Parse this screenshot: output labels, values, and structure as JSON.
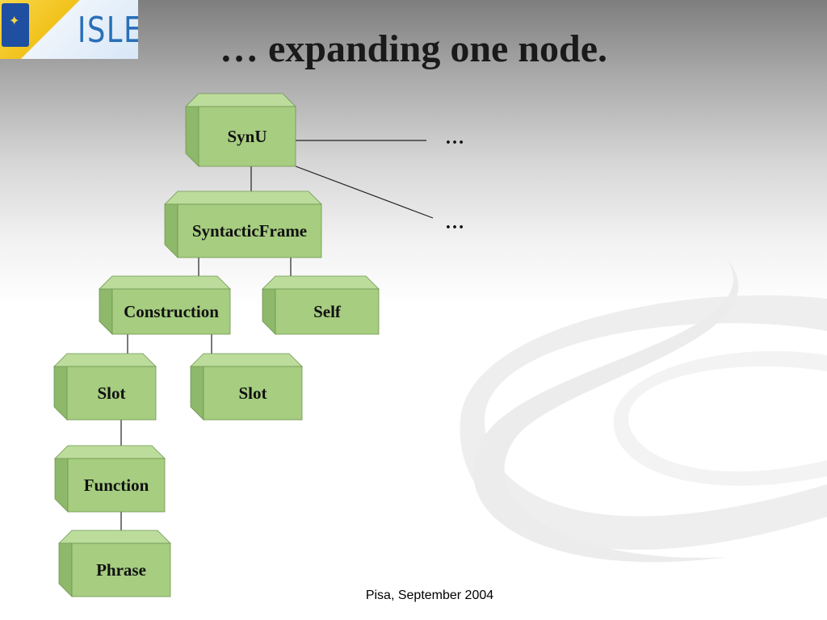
{
  "slide": {
    "logo_text": "ISLE",
    "title": "… expanding one node.",
    "footer": "Pisa, September 2004"
  },
  "diagram": {
    "nodes": [
      {
        "id": "synu",
        "label": "SynU"
      },
      {
        "id": "syntactic-frame",
        "label": "SyntacticFrame"
      },
      {
        "id": "construction",
        "label": "Construction"
      },
      {
        "id": "self",
        "label": "Self"
      },
      {
        "id": "slot-1",
        "label": "Slot"
      },
      {
        "id": "slot-2",
        "label": "Slot"
      },
      {
        "id": "function",
        "label": "Function"
      },
      {
        "id": "phrase",
        "label": "Phrase"
      }
    ],
    "ellipsis_top": "…",
    "ellipsis_bottom": "…",
    "node_front_color": "#a6cd80",
    "node_side_color": "#8eb86a",
    "node_top_color": "#bcdc9c"
  }
}
